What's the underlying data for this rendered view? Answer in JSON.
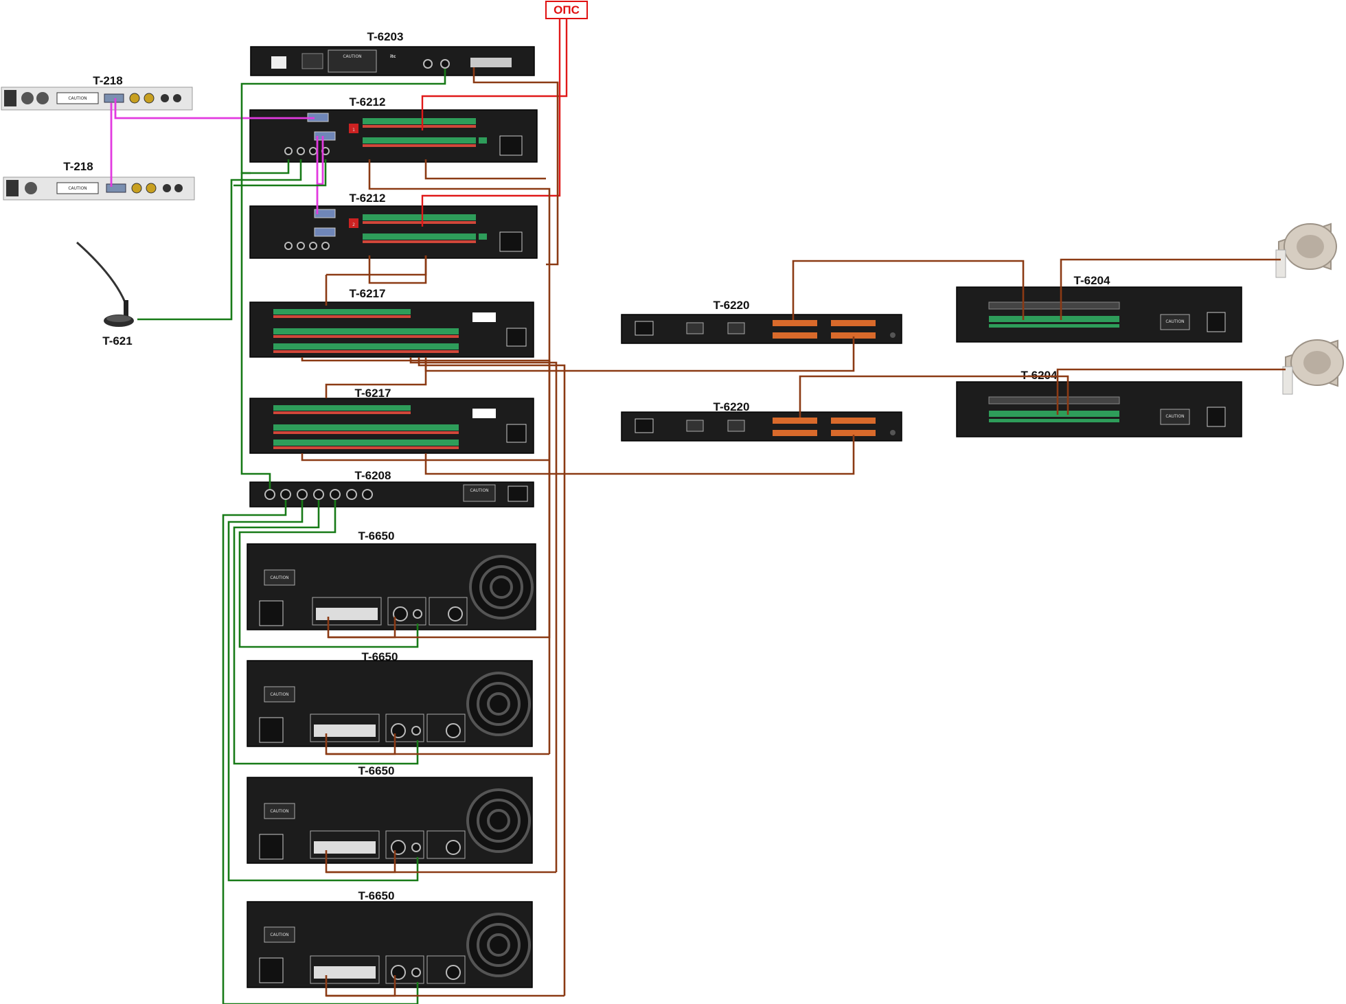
{
  "alarm_label": "ОПС",
  "devices": {
    "t6203": "T-6203",
    "t6212_a": "T-6212",
    "t6212_b": "T-6212",
    "t218_a": "T-218",
    "t218_b": "T-218",
    "t621": "T-621",
    "t6217_a": "T-6217",
    "t6217_b": "T-6217",
    "t6208": "T-6208",
    "t6650_a": "T-6650",
    "t6650_b": "T-6650",
    "t6650_c": "T-6650",
    "t6650_d": "T-6650",
    "t6220_a": "T-6220",
    "t6220_b": "T-6220",
    "t6204_a": "T-6204",
    "t6204_b": "T-6204"
  },
  "panel_text": {
    "caution": "CAUTION",
    "itc_logo": "itc",
    "unit_no_1": "1",
    "unit_no_2": "2"
  },
  "colors": {
    "audio_wire": "#177a17",
    "control_wire": "#8b3a14",
    "alarm_wire": "#e01818",
    "data_wire": "#e23ae0"
  }
}
